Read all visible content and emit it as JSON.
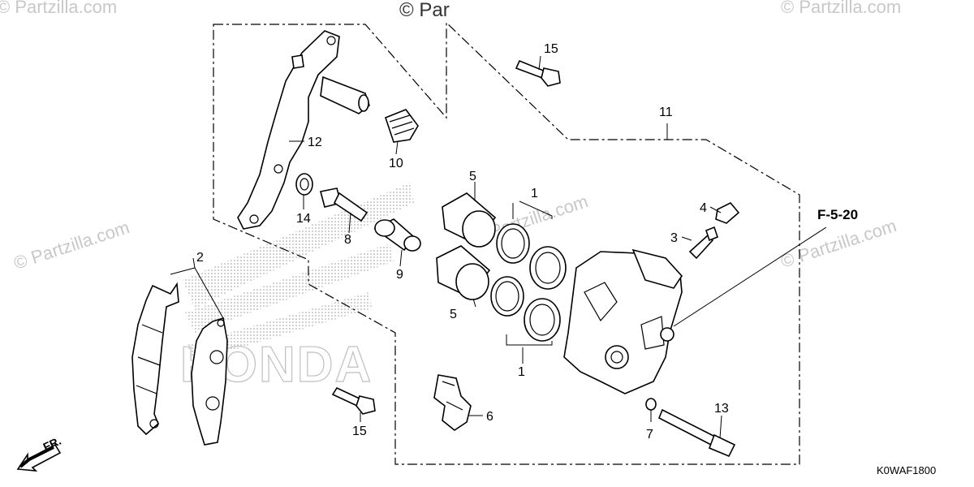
{
  "watermark": {
    "text": "© Partzilla.com",
    "top_text": "© Par"
  },
  "brand_mark": "HONDA",
  "diagram_code": "K0WAF1800",
  "reference": "F-5-20",
  "direction_label": "FR.",
  "callouts": {
    "c1_top": "1",
    "c1_bottom": "1",
    "c2": "2",
    "c3": "3",
    "c4": "4",
    "c5_top": "5",
    "c5_bottom": "5",
    "c6": "6",
    "c7": "7",
    "c8": "8",
    "c9": "9",
    "c10": "10",
    "c11": "11",
    "c12": "12",
    "c13": "13",
    "c14": "14",
    "c15_top": "15",
    "c15_bottom": "15"
  }
}
